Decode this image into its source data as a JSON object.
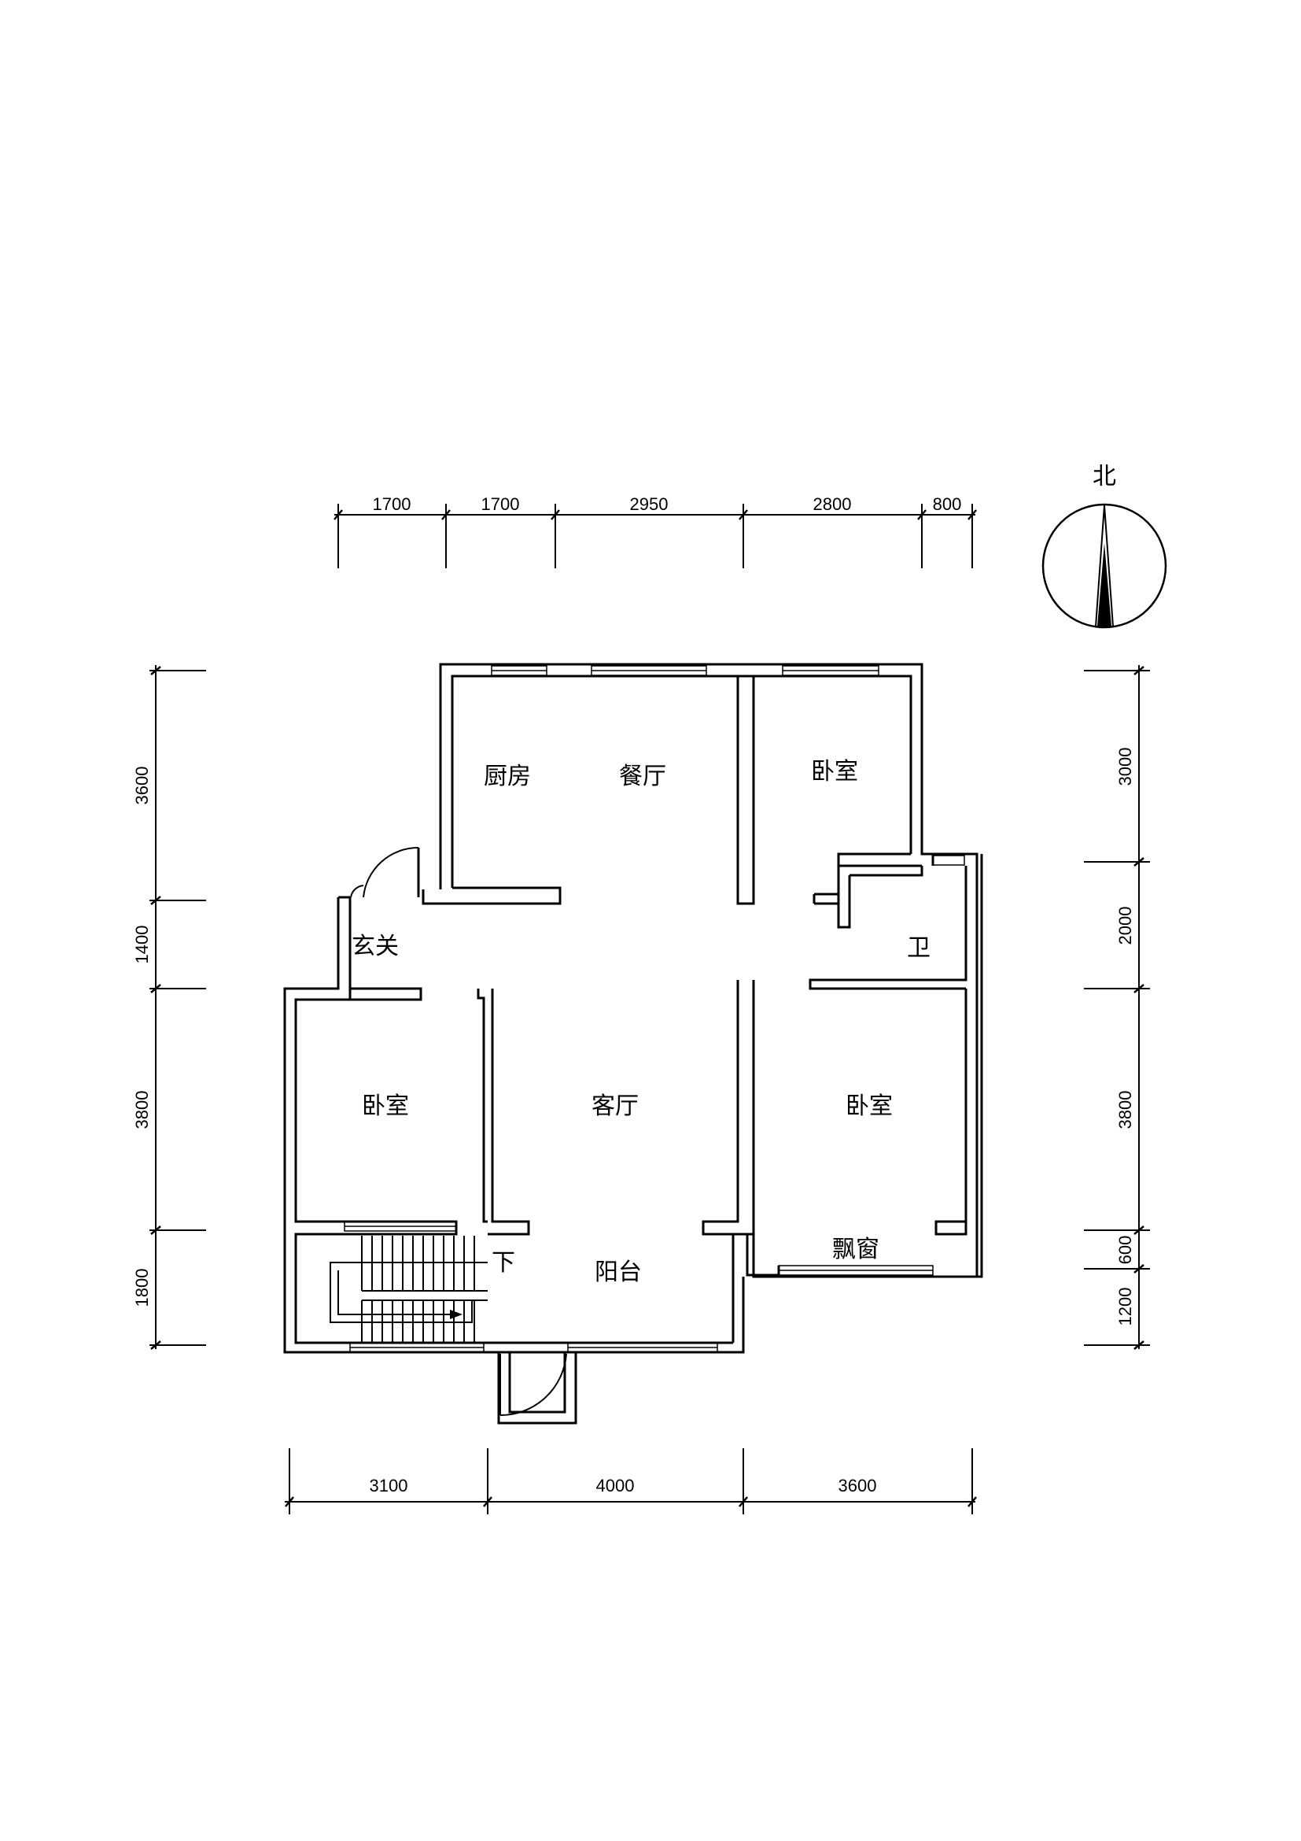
{
  "compass": {
    "label": "北"
  },
  "dims": {
    "top": [
      "1700",
      "1700",
      "2950",
      "2800",
      "800"
    ],
    "bottom": [
      "3100",
      "4000",
      "3600"
    ],
    "left": [
      "3600",
      "1400",
      "3800",
      "1800"
    ],
    "right": [
      "3000",
      "2000",
      "3800",
      "600",
      "1200"
    ]
  },
  "rooms": {
    "kitchen": "厨房",
    "dining": "餐厅",
    "bedroom_ne": "卧室",
    "foyer": "玄关",
    "bath": "卫",
    "bedroom_w": "卧室",
    "living": "客厅",
    "bedroom_e": "卧室",
    "bay_window": "飘窗",
    "balcony": "阳台",
    "stair_down": "下"
  },
  "colors": {
    "line": "#000000",
    "background": "#ffffff"
  }
}
